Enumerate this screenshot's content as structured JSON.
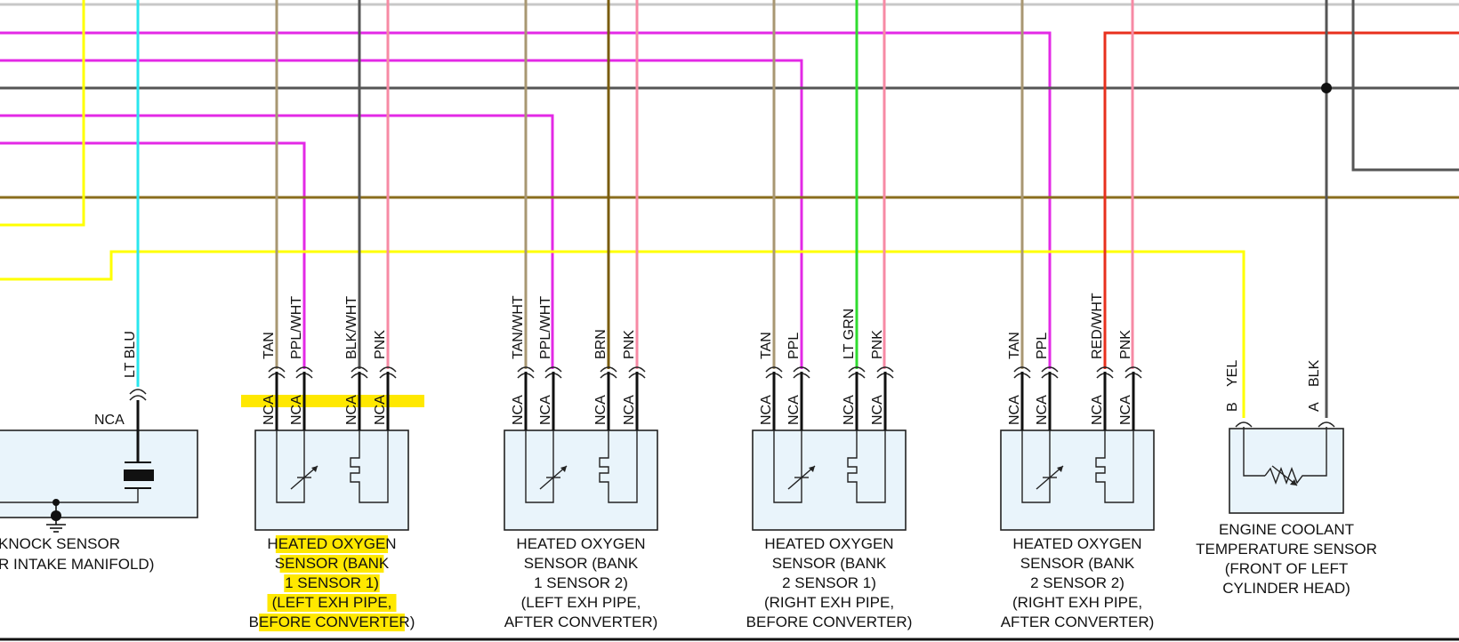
{
  "colors": {
    "yellow": "#ffff00",
    "cyan": "#29e6ee",
    "tan": "#a89772",
    "ppl": "#e329e6",
    "blk": "#555555",
    "pnk": "#f78aa4",
    "brn": "#7a5c0e",
    "ltgrn": "#2fdc2f",
    "red": "#e8301d",
    "olive": "#8a6d1e",
    "highlight": "#ffe800",
    "box_fill": "#e9f4fb"
  },
  "components": {
    "knock": {
      "wire_label": "LT BLU",
      "nca_label": "NCA",
      "caption": [
        "KNOCK SENSOR",
        "R INTAKE MANIFOLD)"
      ]
    },
    "ho2s_b1s1": {
      "wires": [
        "TAN",
        "PPL/WHT",
        "BLK/WHT",
        "PNK"
      ],
      "nca": [
        "NCA",
        "NCA",
        "NCA",
        "NCA"
      ],
      "caption": [
        "HEATED OXYGEN",
        "SENSOR (BANK",
        "1 SENSOR 1)",
        "(LEFT EXH PIPE,",
        "BEFORE CONVERTER)"
      ]
    },
    "ho2s_b1s2": {
      "wires": [
        "TAN/WHT",
        "PPL/WHT",
        "BRN",
        "PNK"
      ],
      "nca": [
        "NCA",
        "NCA",
        "NCA",
        "NCA"
      ],
      "caption": [
        "HEATED OXYGEN",
        "SENSOR (BANK",
        "1 SENSOR 2)",
        "(LEFT EXH PIPE,",
        "AFTER CONVERTER)"
      ]
    },
    "ho2s_b2s1": {
      "wires": [
        "TAN",
        "PPL",
        "LT GRN",
        "PNK"
      ],
      "nca": [
        "NCA",
        "NCA",
        "NCA",
        "NCA"
      ],
      "caption": [
        "HEATED OXYGEN",
        "SENSOR (BANK",
        "2 SENSOR 1)",
        "(RIGHT EXH PIPE,",
        "BEFORE CONVERTER)"
      ]
    },
    "ho2s_b2s2": {
      "wires": [
        "TAN",
        "PPL",
        "RED/WHT",
        "PNK"
      ],
      "nca": [
        "NCA",
        "NCA",
        "NCA",
        "NCA"
      ],
      "caption": [
        "HEATED OXYGEN",
        "SENSOR (BANK",
        "2 SENSOR 2)",
        "(RIGHT EXH PIPE,",
        "AFTER CONVERTER)"
      ]
    },
    "ect": {
      "wires": [
        "YEL",
        "BLK"
      ],
      "pins": [
        "B",
        "A"
      ],
      "caption": [
        "ENGINE COOLANT",
        "TEMPERATURE SENSOR",
        "(FRONT OF LEFT",
        "CYLINDER HEAD)"
      ]
    }
  }
}
